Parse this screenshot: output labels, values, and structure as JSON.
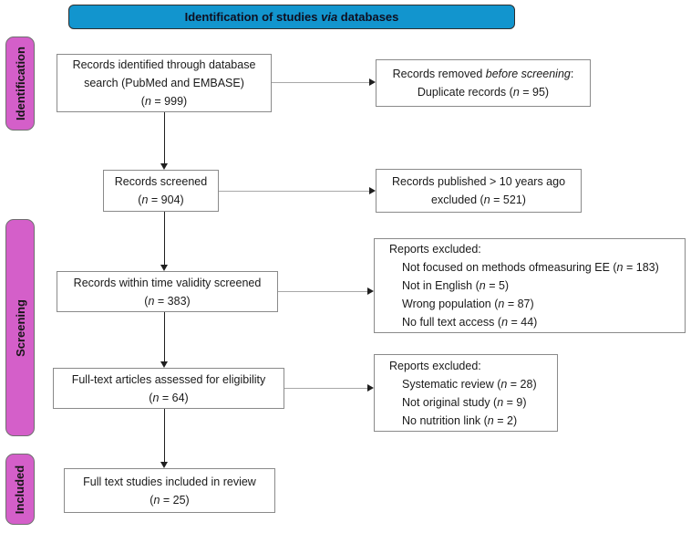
{
  "colors": {
    "header_bg": "#1295CE",
    "stage_bg": "#D45FC9",
    "box_border": "#8A8A8A",
    "arrow_dark": "#1F1F1F",
    "connector_gray": "#A8A8A8",
    "text": "#1A1A1A"
  },
  "header": {
    "title": [
      {
        "text": "Identification of studies "
      },
      {
        "text": "via",
        "italic": true
      },
      {
        "text": " databases"
      }
    ]
  },
  "stages": {
    "identification": "Identification",
    "screening": "Screening",
    "included": "Included"
  },
  "boxes": {
    "records_identified": {
      "line1": [
        {
          "text": "Records identified through database"
        }
      ],
      "line2": [
        {
          "text": "search (PubMed and EMBASE)"
        }
      ],
      "line3": [
        {
          "text": "("
        },
        {
          "text": "n",
          "italic": true
        },
        {
          "text": " = 999)"
        }
      ]
    },
    "removed_before_screening": {
      "line1": [
        {
          "text": "Records removed "
        },
        {
          "text": "before screening",
          "italic": true
        },
        {
          "text": ":"
        }
      ],
      "line2": [
        {
          "text": "Duplicate records ("
        },
        {
          "text": "n",
          "italic": true
        },
        {
          "text": " = 95)"
        }
      ]
    },
    "records_screened": {
      "line1": [
        {
          "text": "Records screened"
        }
      ],
      "line2": [
        {
          "text": "("
        },
        {
          "text": "n",
          "italic": true
        },
        {
          "text": " = 904)"
        }
      ]
    },
    "published_excluded": {
      "line1": [
        {
          "text": "Records published > 10 years ago"
        }
      ],
      "line2": [
        {
          "text": "excluded ("
        },
        {
          "text": "n",
          "italic": true
        },
        {
          "text": " = 521)"
        }
      ]
    },
    "time_validity_screened": {
      "line1": [
        {
          "text": "Records within time validity screened"
        }
      ],
      "line2": [
        {
          "text": "("
        },
        {
          "text": "n",
          "italic": true
        },
        {
          "text": " = 383)"
        }
      ]
    },
    "reports_excluded_screening": {
      "line1": [
        {
          "text": "Reports excluded:"
        }
      ],
      "line2": [
        {
          "text": "Not focused on methods ofmeasuring EE ("
        },
        {
          "text": "n",
          "italic": true
        },
        {
          "text": " = 183)"
        }
      ],
      "line3": [
        {
          "text": "Not in English ("
        },
        {
          "text": "n",
          "italic": true
        },
        {
          "text": " = 5)"
        }
      ],
      "line4": [
        {
          "text": "Wrong population ("
        },
        {
          "text": "n",
          "italic": true
        },
        {
          "text": " = 87)"
        }
      ],
      "line5": [
        {
          "text": "No full text access ("
        },
        {
          "text": "n",
          "italic": true
        },
        {
          "text": " = 44)"
        }
      ]
    },
    "fulltext_assessed": {
      "line1": [
        {
          "text": "Full-text articles assessed for eligibility"
        }
      ],
      "line2": [
        {
          "text": "("
        },
        {
          "text": "n",
          "italic": true
        },
        {
          "text": " = 64)"
        }
      ]
    },
    "reports_excluded_eligibility": {
      "line1": [
        {
          "text": "Reports excluded:"
        }
      ],
      "line2": [
        {
          "text": "Systematic review ("
        },
        {
          "text": "n",
          "italic": true
        },
        {
          "text": " = 28)"
        }
      ],
      "line3": [
        {
          "text": "Not original study ("
        },
        {
          "text": "n",
          "italic": true
        },
        {
          "text": " = 9)"
        }
      ],
      "line4": [
        {
          "text": "No nutrition link ("
        },
        {
          "text": "n",
          "italic": true
        },
        {
          "text": " = 2)"
        }
      ]
    },
    "included_in_review": {
      "line1": [
        {
          "text": "Full text studies included in review"
        }
      ],
      "line2": [
        {
          "text": "("
        },
        {
          "text": "n",
          "italic": true
        },
        {
          "text": " = 25)"
        }
      ]
    }
  }
}
